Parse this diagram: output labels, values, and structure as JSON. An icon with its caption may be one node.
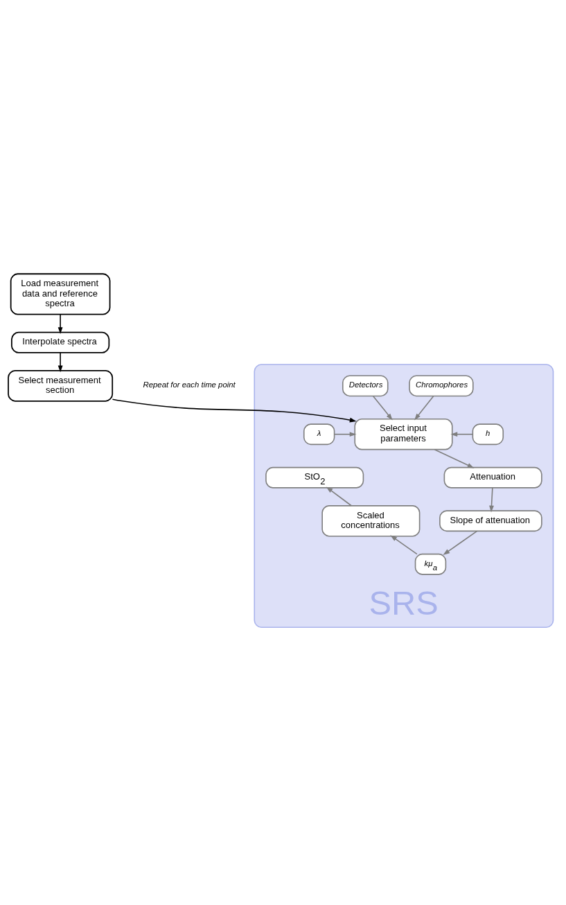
{
  "diagram": {
    "nodes": [
      {
        "text": [
          "Load measurement data and reference spectra"
        ]
      },
      {
        "text": [
          "Interpolate spectra"
        ]
      },
      {
        "text": [
          "Select measurement section"
        ]
      },
      {
        "text": [
          "SRS"
        ],
        "beside": [
          "Repeat for each time point"
        ]
      },
      {
        "text": [
          "Chromophores"
        ],
        "in": 3
      },
      {
        "text": [
          "Detectors"
        ],
        "in": 3
      },
      {
        "text": [
          "h"
        ],
        "in": 3
      },
      {
        "text": [
          "Select input parameters"
        ],
        "in": 3
      },
      {
        "text": [
          "λ"
        ],
        "in": 3
      },
      {
        "text": [
          "Attenuation"
        ],
        "in": 3
      },
      {
        "text": [
          "StO$_{2}$"
        ],
        "in": 3
      },
      {
        "text": [
          "Slope of attenuation"
        ],
        "in": 3
      },
      {
        "text": [
          "Scaled concentrations"
        ],
        "in": 3
      },
      {
        "text": [
          "kμ$_{a}$"
        ],
        "in": 3
      }
    ],
    "edges": [
      {
        "from": 0,
        "to": 1,
        "arrow": "to",
        "color": "#000000"
      },
      {
        "from": 1,
        "to": 2,
        "arrow": "to",
        "color": "#000000"
      },
      {
        "from": 2,
        "to": 7,
        "arrow": "to",
        "color": "#000000"
      },
      {
        "from": 4,
        "to": 7,
        "arrow": "to"
      },
      {
        "from": 5,
        "to": 7,
        "arrow": "to"
      },
      {
        "from": 6,
        "to": 7,
        "arrow": "to"
      },
      {
        "from": 8,
        "to": 7,
        "arrow": "to"
      },
      {
        "from": 7,
        "to": 9,
        "arrow": "to"
      },
      {
        "from": 9,
        "to": 11,
        "arrow": "to"
      },
      {
        "from": 11,
        "to": 13,
        "arrow": "to"
      },
      {
        "from": 13,
        "to": 12,
        "arrow": "to"
      },
      {
        "from": 12,
        "to": 10,
        "arrow": "to"
      }
    ]
  }
}
